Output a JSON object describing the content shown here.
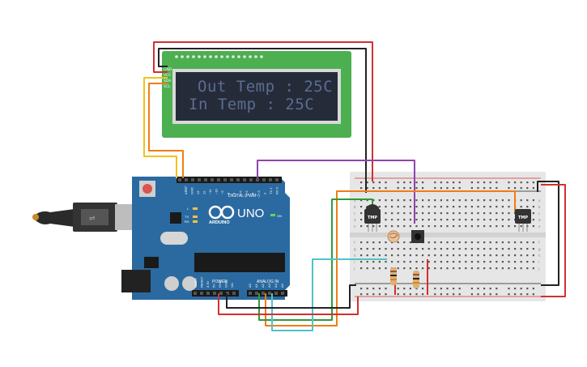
{
  "lcd": {
    "line1": "Out Temp : 25C",
    "line2": "In Temp : 25C",
    "pins": [
      "GND",
      "VCC",
      "SDA",
      "SCL"
    ]
  },
  "arduino": {
    "logo": "UNO",
    "brand": "ARDUINO",
    "on_label": "ON",
    "l_label": "L",
    "tx_label": "TX",
    "rx_label": "RX",
    "digital_label": "DIGITAL (PWM~)",
    "power_label": "POWER",
    "analog_label": "ANALOG IN",
    "top_pins": [
      "AREF",
      "GND",
      "13",
      "12",
      "~11",
      "~10",
      "~9",
      "8",
      "7",
      "~6",
      "~5",
      "4",
      "~3",
      "2",
      "TX 1",
      "RX 0"
    ],
    "power_pins": [
      "IOREF",
      "RESET",
      "3.3V",
      "5V",
      "GND",
      "GND",
      "Vin"
    ],
    "analog_pins": [
      "A0",
      "A1",
      "A2",
      "A3",
      "A4",
      "A5"
    ]
  },
  "breadboard": {
    "rows_top": [
      "a",
      "b",
      "c",
      "d",
      "e"
    ],
    "rows_bottom": [
      "f",
      "g",
      "h",
      "i",
      "j"
    ],
    "sensor_label": "TMP"
  },
  "colors": {
    "wire_red": "#d32f2f",
    "wire_black": "#222222",
    "wire_yellow": "#f2c21b",
    "wire_orange": "#f07d16",
    "wire_purple": "#8e44ad",
    "wire_green": "#2e9b3a",
    "wire_cyan": "#4fc3c9",
    "lcd_board": "#4caf50",
    "lcd_screen": "#262b3a",
    "arduino_board": "#2b6aa0",
    "breadboard": "#e6e6e6"
  }
}
